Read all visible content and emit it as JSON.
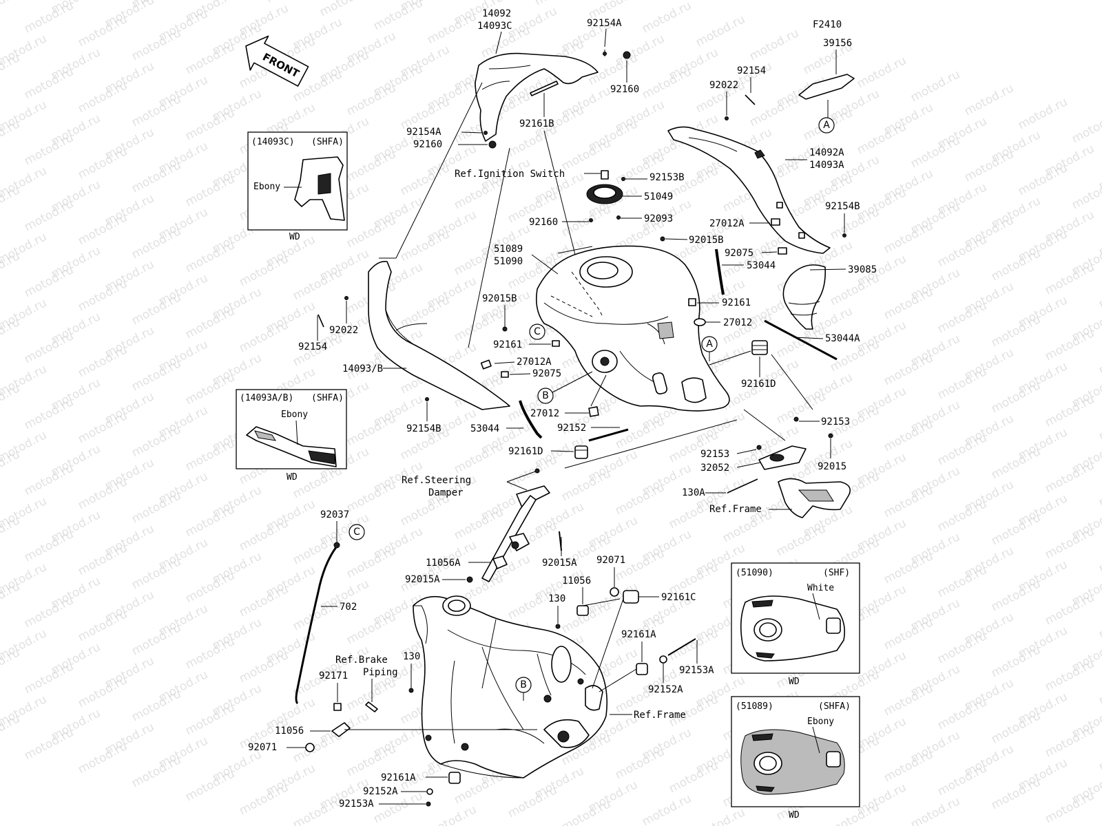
{
  "diagram": {
    "figure_code": "F2410",
    "watermark": "motod.ru",
    "front_label": "FRONT",
    "part_labels": {
      "p14092": "14092",
      "p14093C": "14093C",
      "p92154A_top": "92154A",
      "p92160_top": "92160",
      "p92161B": "92161B",
      "p92154A_mid": "92154A",
      "p92160_mid": "92160",
      "ref_ignition": "Ref.Ignition Switch",
      "p92153B": "92153B",
      "p51049": "51049",
      "p92093": "92093",
      "p92160_cap": "92160",
      "p39156": "39156",
      "p92154_r": "92154",
      "p92022_r": "92022",
      "p14092A": "14092A",
      "p14093A": "14093A",
      "p92154B_r": "92154B",
      "p27012A_r": "27012A",
      "p92015B_r": "92015B",
      "p92075_r": "92075",
      "p53044_r": "53044",
      "p39085": "39085",
      "p51089": "51089",
      "p51090": "51090",
      "p92015B_l": "92015B",
      "p92161_r": "92161",
      "p27012_r": "27012",
      "p53044A": "53044A",
      "p92154_l": "92154",
      "p92022_l": "92022",
      "p92161_l": "92161",
      "p14093B": "14093/B",
      "p27012A_l": "27012A",
      "p92075_l": "92075",
      "p92161D_r": "92161D",
      "p27012_l": "27012",
      "p92154B_l": "92154B",
      "p53044_l": "53044",
      "p92152": "92152",
      "p92161D_l": "92161D",
      "p92153_1": "92153",
      "p92153_2": "92153",
      "p32052": "32052",
      "p92015": "92015",
      "p130A": "130A",
      "ref_frame_1": "Ref.Frame",
      "ref_steering_1": "Ref.Steering",
      "ref_steering_2": "Damper",
      "p92037": "92037",
      "p702": "702",
      "p11056A": "11056A",
      "p92015A_l": "92015A",
      "p92015A_r": "92015A",
      "p92071_r": "92071",
      "p11056_r": "11056",
      "p130_r": "130",
      "p92161C": "92161C",
      "p92161A_r": "92161A",
      "p92153A_r": "92153A",
      "p92152A_r": "92152A",
      "ref_frame_2": "Ref.Frame",
      "ref_brake_1": "Ref.Brake",
      "ref_brake_2": "Piping",
      "p130_l": "130",
      "p92171": "92171",
      "p11056_l": "11056",
      "p92071_l": "92071",
      "p92161A_b": "92161A",
      "p92152A_b": "92152A",
      "p92153A_b": "92153A"
    },
    "callouts": {
      "A": "A",
      "B": "B",
      "C": "C"
    },
    "insets": [
      {
        "code": "(14093C)",
        "variant": "(SHFA)",
        "color": "Ebony",
        "market": "WD"
      },
      {
        "code": "(14093A/B)",
        "variant": "(SHFA)",
        "color": "Ebony",
        "market": "WD"
      },
      {
        "code": "(51090)",
        "variant": "(SHF)",
        "color": "White",
        "market": "WD"
      },
      {
        "code": "(51089)",
        "variant": "(SHFA)",
        "color": "Ebony",
        "market": "WD"
      }
    ]
  }
}
